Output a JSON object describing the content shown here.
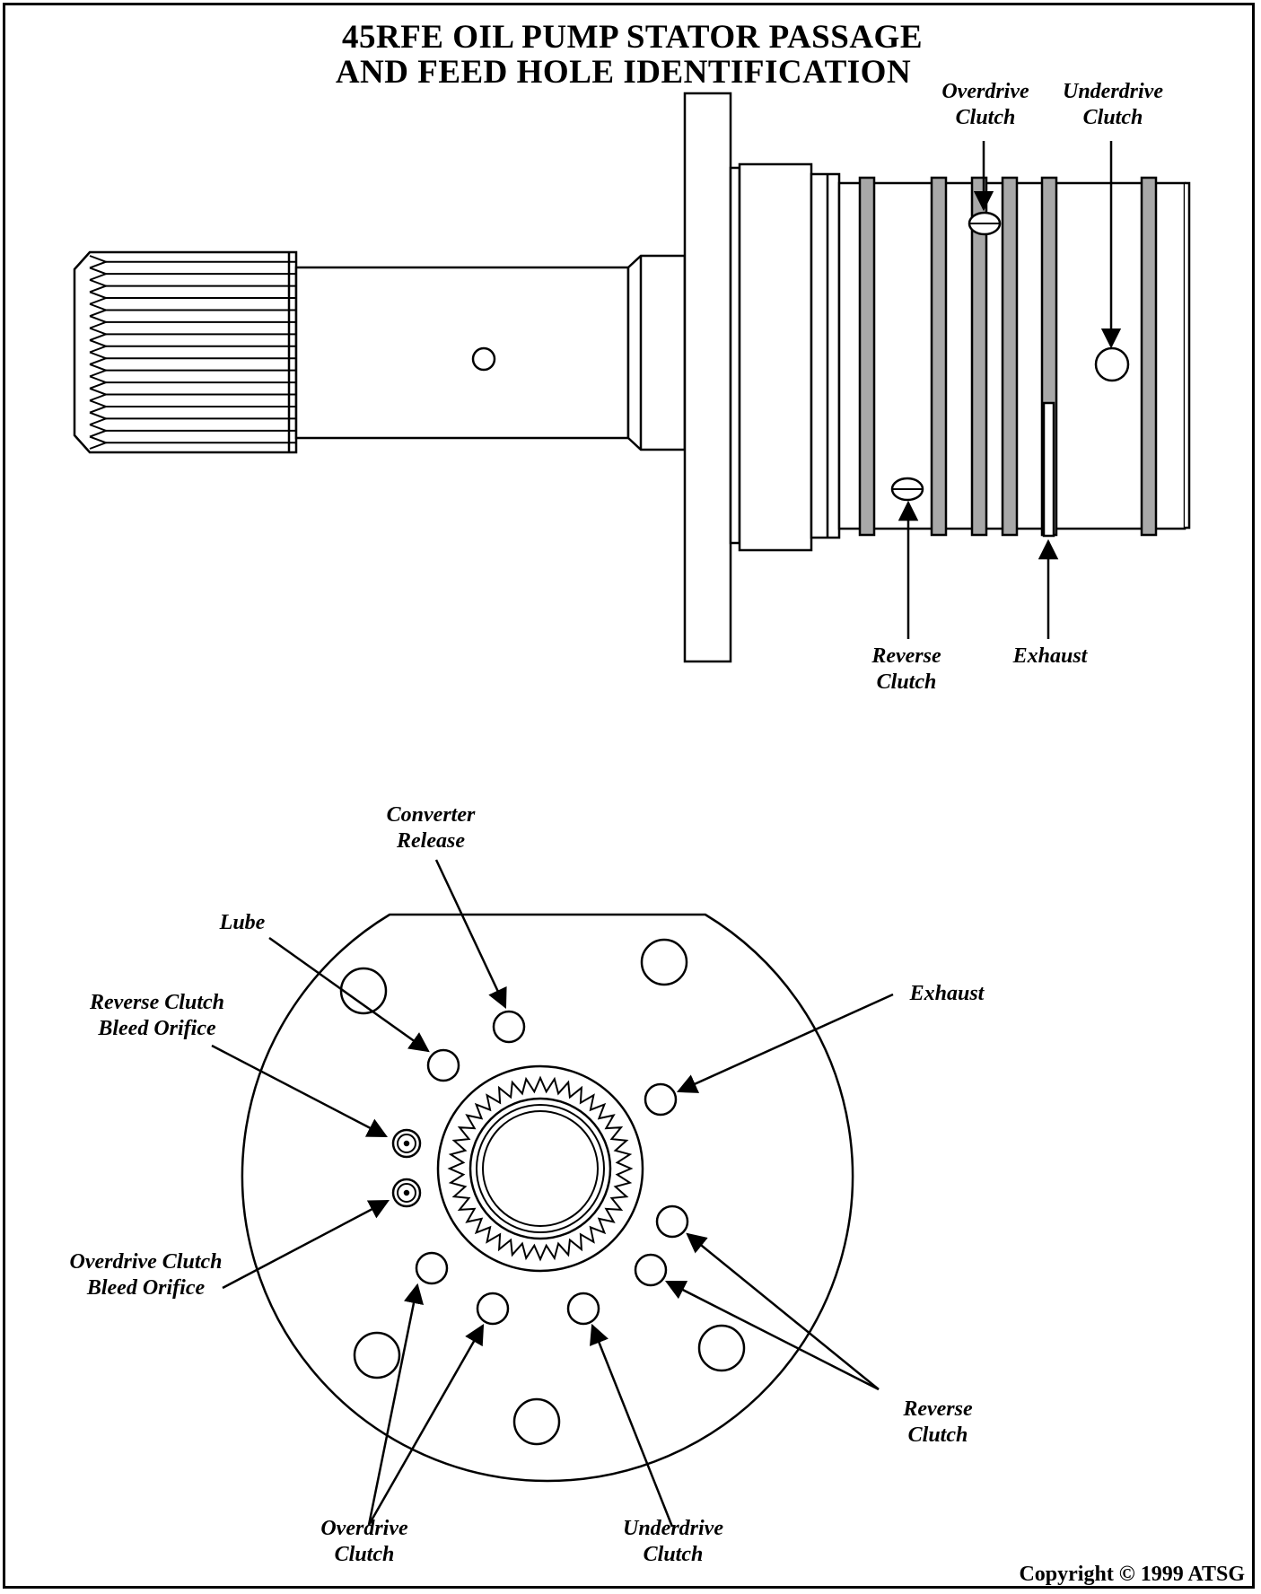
{
  "title": {
    "line1": "45RFE OIL PUMP STATOR PASSAGE",
    "line2": "AND FEED HOLE IDENTIFICATION"
  },
  "side_view": {
    "labels": {
      "overdrive_clutch": [
        "Overdrive",
        "Clutch"
      ],
      "underdrive_clutch": [
        "Underdrive",
        "Clutch"
      ],
      "reverse_clutch": [
        "Reverse",
        "Clutch"
      ],
      "exhaust": "Exhaust"
    }
  },
  "end_view": {
    "labels": {
      "converter_release": [
        "Converter",
        "Release"
      ],
      "lube": "Lube",
      "reverse_clutch_bleed": [
        "Reverse Clutch",
        "Bleed Orifice"
      ],
      "overdrive_clutch_bleed": [
        "Overdrive Clutch",
        "Bleed Orifice"
      ],
      "exhaust": "Exhaust",
      "reverse_clutch": [
        "Reverse",
        "Clutch"
      ],
      "overdrive_clutch": [
        "Overdrive",
        "Clutch"
      ],
      "underdrive_clutch": [
        "Underdrive",
        "Clutch"
      ]
    }
  },
  "copyright": "Copyright © 1999 ATSG"
}
